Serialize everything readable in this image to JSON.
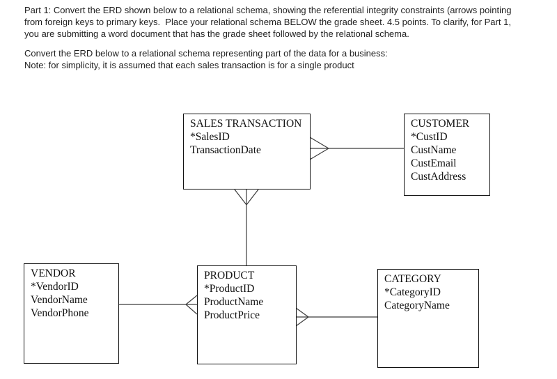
{
  "instructions": {
    "para1": {
      "line1": "Part 1: Convert the ERD shown below to a relational schema, showing the referential integrity constraints (arrows pointing",
      "line2": "from foreign keys to primary keys.  Place your relational schema BELOW the grade sheet. 4.5 points. To clarify, for Part 1,",
      "line3": "you are submitting a word document that has the grade sheet followed by the relational schema."
    },
    "para2": {
      "line1": "Convert the ERD below to a relational schema representing part of the data for a business:",
      "line2": "Note: for simplicity, it is assumed that each sales transaction is for a single product"
    }
  },
  "erd": {
    "entities": [
      {
        "name": "SALES TRANSACTION",
        "attributes": [
          "*SalesID",
          "TransactionDate"
        ]
      },
      {
        "name": "CUSTOMER",
        "attributes": [
          "*CustID",
          "CustName",
          "CustEmail",
          "CustAddress"
        ]
      },
      {
        "name": "VENDOR",
        "attributes": [
          "*VendorID",
          "VendorName",
          "VendorPhone"
        ]
      },
      {
        "name": "PRODUCT",
        "attributes": [
          "*ProductID",
          "ProductName",
          "ProductPrice"
        ]
      },
      {
        "name": "CATEGORY",
        "attributes": [
          "*CategoryID",
          "CategoryName"
        ]
      }
    ],
    "relationships": [
      {
        "entity_a": "CUSTOMER",
        "entity_b": "SALES TRANSACTION",
        "cardinality": "one-to-many",
        "many_at": "SALES TRANSACTION",
        "notation": "crow-foot"
      },
      {
        "entity_a": "PRODUCT",
        "entity_b": "SALES TRANSACTION",
        "cardinality": "one-to-many",
        "many_at": "SALES TRANSACTION",
        "notation": "crow-foot"
      },
      {
        "entity_a": "VENDOR",
        "entity_b": "PRODUCT",
        "cardinality": "one-to-many",
        "many_at": "PRODUCT",
        "notation": "crow-foot"
      },
      {
        "entity_a": "CATEGORY",
        "entity_b": "PRODUCT",
        "cardinality": "one-to-many",
        "many_at": "PRODUCT",
        "notation": "crow-foot"
      }
    ]
  },
  "colors": {
    "background": "#ffffff",
    "text": "#1a1a1a",
    "box_border": "#111111",
    "connector_line": "#3c3c3c"
  }
}
